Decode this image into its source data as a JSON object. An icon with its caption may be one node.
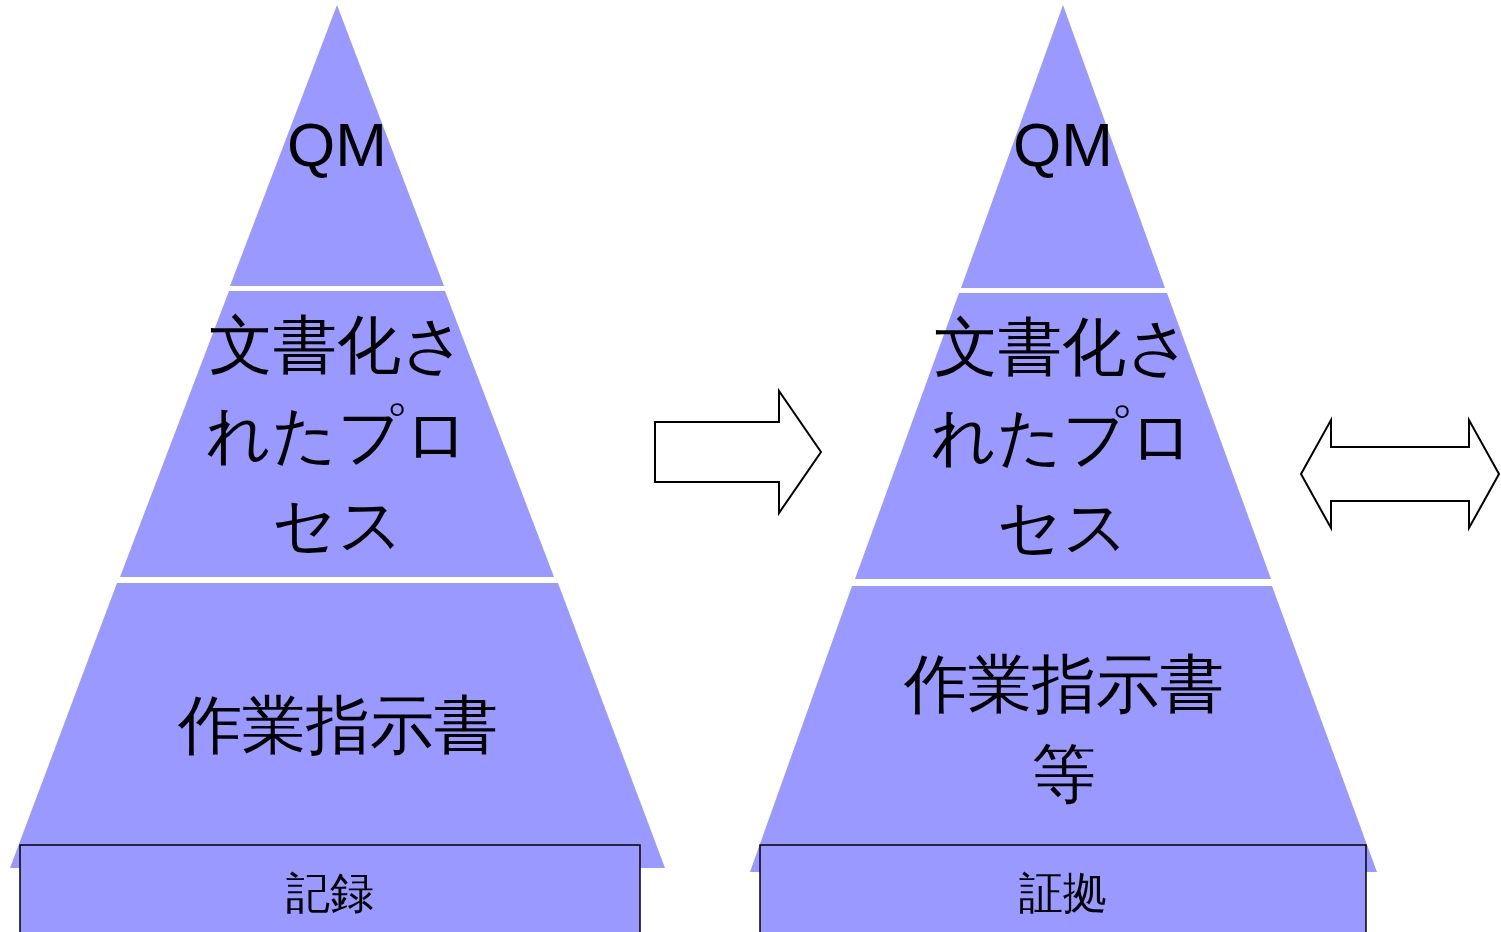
{
  "diagram": {
    "nodes": [
      {
        "text": [
          "QM"
        ]
      },
      {
        "text": [
          "文書化されたプロセス"
        ]
      },
      {
        "text": [
          "作業指示書"
        ]
      },
      {
        "text": [
          "記録"
        ]
      },
      {
        "text": [
          "QM"
        ]
      },
      {
        "text": [
          "文書化されたプロセス"
        ]
      },
      {
        "text": [
          "作業指示書等"
        ]
      },
      {
        "text": [
          "証拠"
        ]
      }
    ],
    "edges": [
      {
        "from": 1,
        "to": 5,
        "arrow": "to"
      },
      {
        "from": 5,
        "to": null,
        "arrow": "both"
      }
    ]
  }
}
